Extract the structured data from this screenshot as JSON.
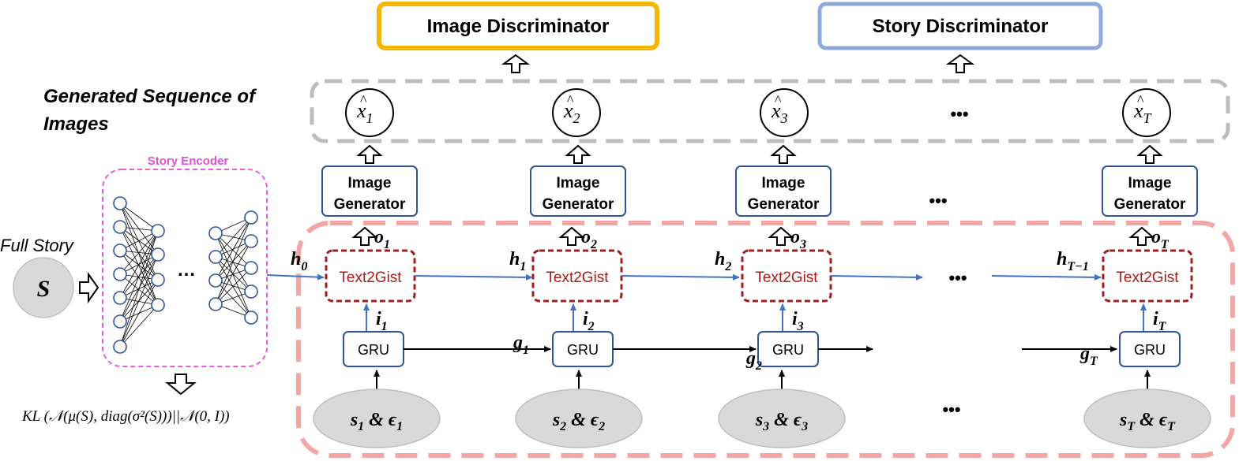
{
  "discriminators": {
    "image": "Image Discriminator",
    "story": "Story Discriminator"
  },
  "generated_label": {
    "line1": "Generated Sequence of",
    "line2": "Images"
  },
  "outputs": [
    {
      "sym": "x",
      "sub": "1"
    },
    {
      "sym": "x",
      "sub": "2"
    },
    {
      "sym": "x",
      "sub": "3"
    },
    {
      "sym": "x",
      "sub": "T"
    }
  ],
  "ellipsis": "•••",
  "encoder": {
    "title": "Story Encoder",
    "inner_ellipsis": "…"
  },
  "full_story": {
    "label": "Full Story",
    "symbol": "S"
  },
  "kl_formula": "KL (𝒩(μ(S), diag(σ²(S)))||𝒩(0, I))",
  "generator_label": {
    "line1": "Image",
    "line2": "Generator"
  },
  "text2gist_label": "Text2Gist",
  "gru_label": "GRU",
  "o_labels": [
    {
      "sym": "o",
      "sub": "1"
    },
    {
      "sym": "o",
      "sub": "2"
    },
    {
      "sym": "o",
      "sub": "3"
    },
    {
      "sym": "o",
      "sub": "T"
    }
  ],
  "h_labels": [
    {
      "sym": "h",
      "sub": "0"
    },
    {
      "sym": "h",
      "sub": "1"
    },
    {
      "sym": "h",
      "sub": "2"
    },
    {
      "sym": "h",
      "sub": "T−1"
    }
  ],
  "i_labels": [
    {
      "sym": "i",
      "sub": "1"
    },
    {
      "sym": "i",
      "sub": "2"
    },
    {
      "sym": "i",
      "sub": "3"
    },
    {
      "sym": "i",
      "sub": "T"
    }
  ],
  "g_labels": [
    {
      "sym": "g",
      "sub": "1"
    },
    {
      "sym": "g",
      "sub": "2"
    },
    {
      "sym": "g",
      "sub": "T"
    }
  ],
  "inputs": [
    {
      "s": "s",
      "e": "ϵ",
      "sub": "1"
    },
    {
      "s": "s",
      "e": "ϵ",
      "sub": "2"
    },
    {
      "s": "s",
      "e": "ϵ",
      "sub": "3"
    },
    {
      "s": "s",
      "e": "ϵ",
      "sub": "T"
    }
  ],
  "input_joiner": " & ",
  "colors": {
    "image_disc_border": "#F2B800",
    "story_disc_border": "#8FA9DA",
    "grey_dash": "#BDBDBD",
    "encoder_dash": "#E85CE0",
    "encoder_title": "#E04FD6",
    "red_dash": "#F4A5A5",
    "text2gist_border": "#A11E1E",
    "text2gist_text": "#B01717",
    "box_border": "#2F5597",
    "blue_arrow": "#4472C4",
    "neuron": "#2F5597",
    "ellipse_fill": "#D9D9D9"
  }
}
